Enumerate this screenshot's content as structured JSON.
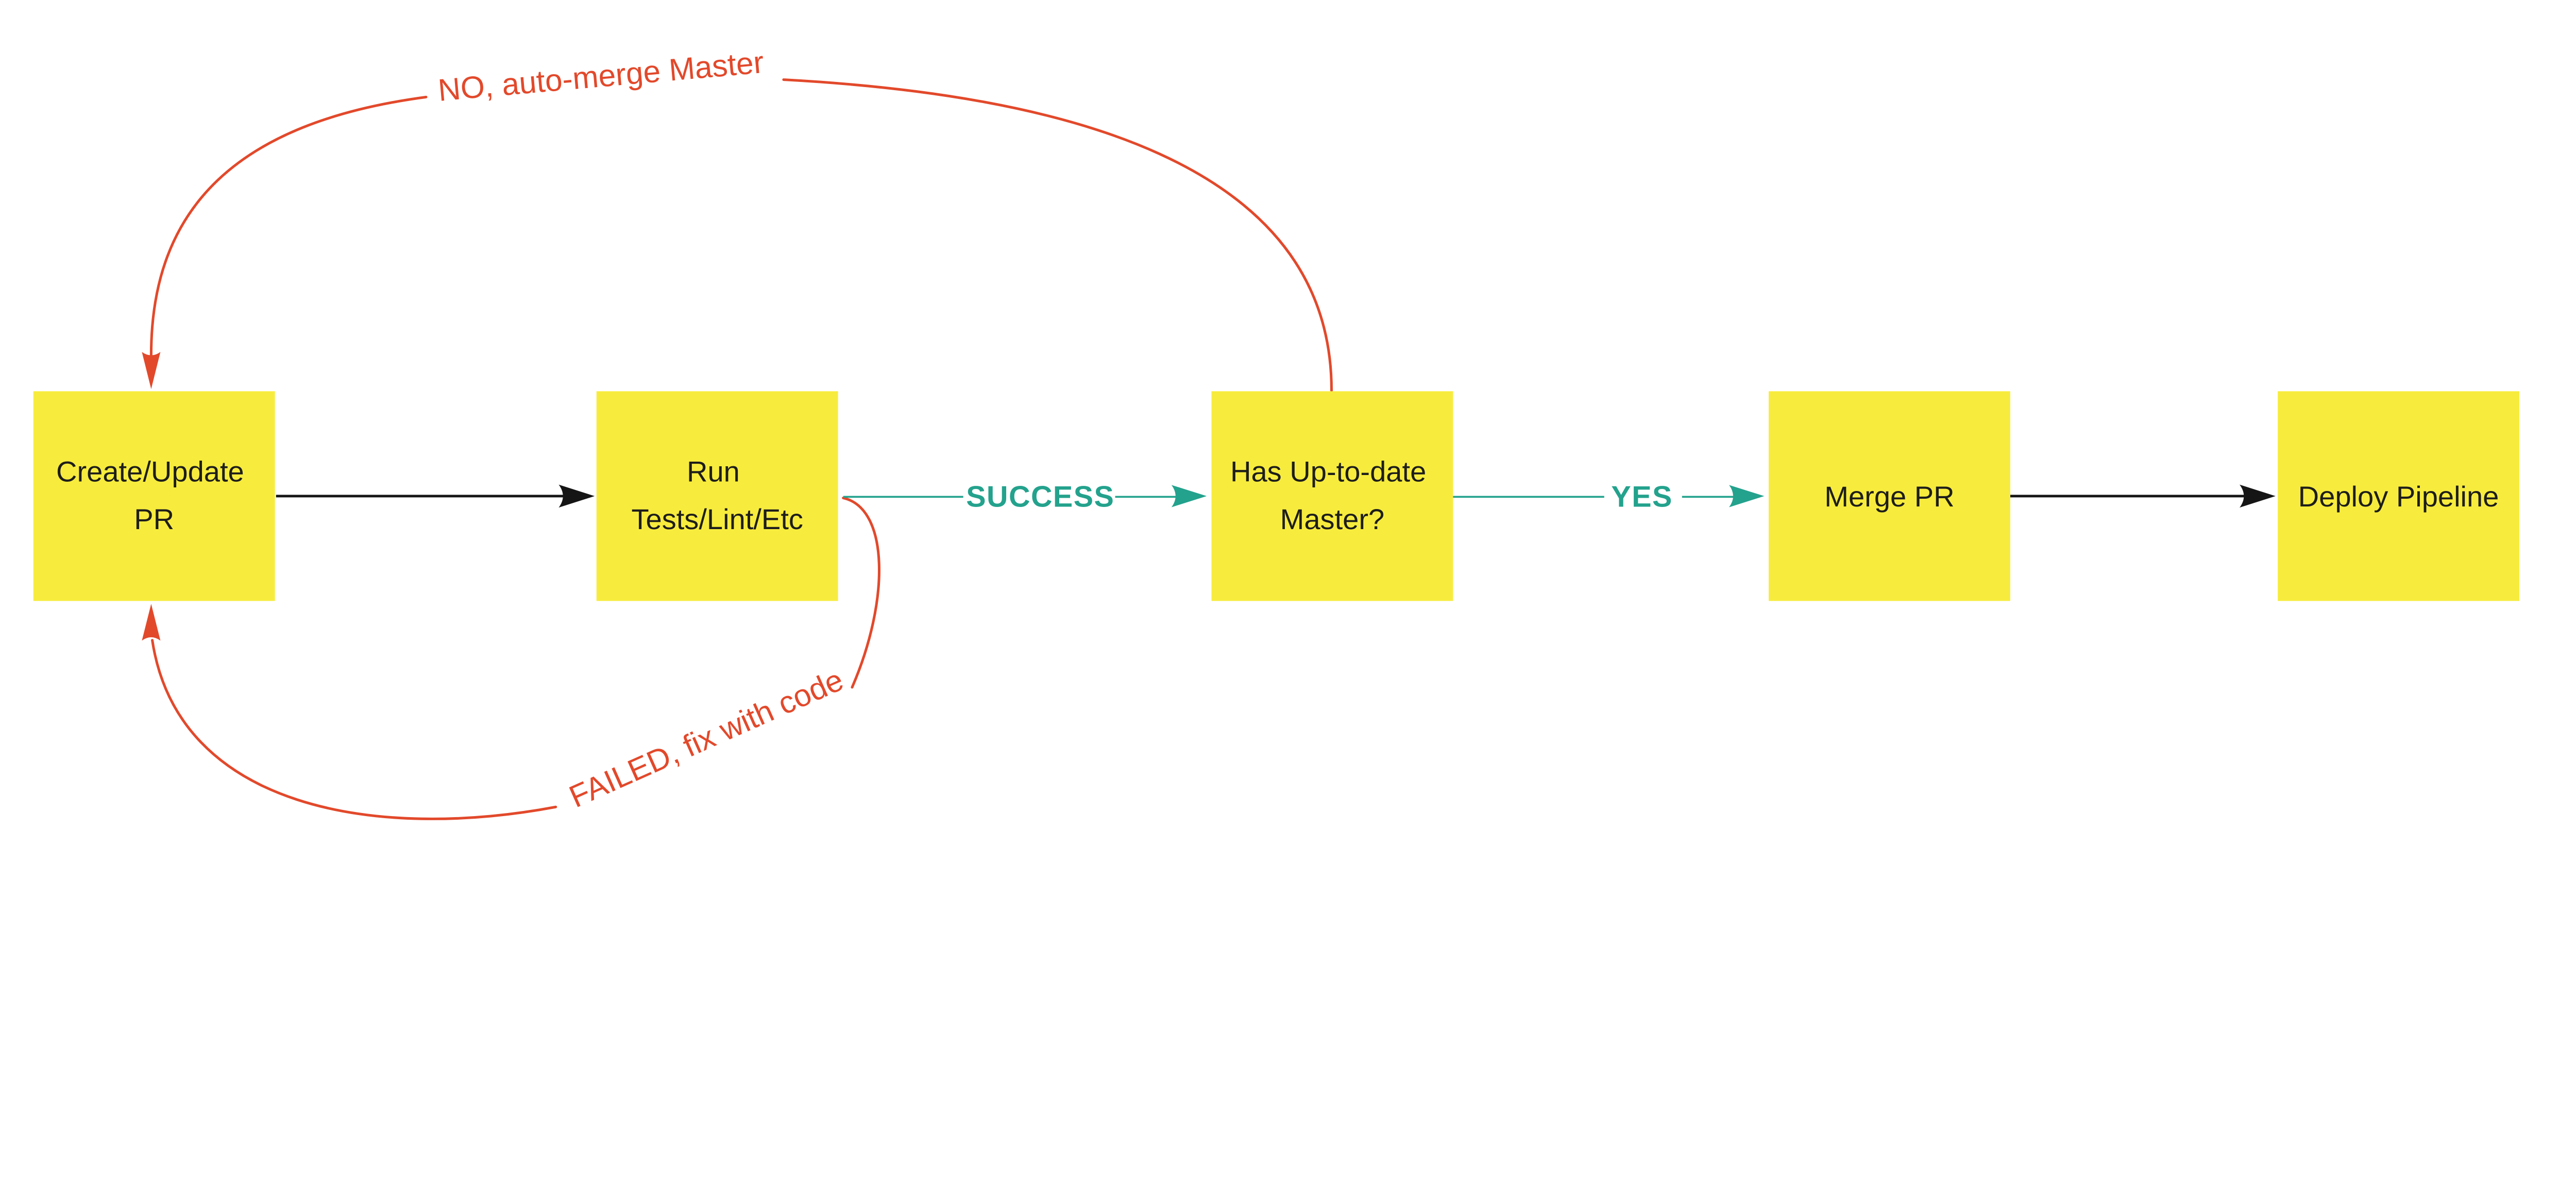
{
  "diagram": {
    "type": "flowchart",
    "background_color": "#ffffff",
    "colors": {
      "node_fill": "#F7EC3D",
      "node_text": "#1D1D1B",
      "default_edge_black": "#151515",
      "success_edge_teal": "#23A28D",
      "failure_edge_red": "#E2492B"
    },
    "nodes": [
      {
        "id": "create-update-pr",
        "lines": [
          "Create/Update",
          "PR"
        ]
      },
      {
        "id": "run-tests-lint-etc",
        "lines": [
          "Run",
          "Tests/Lint/Etc"
        ]
      },
      {
        "id": "has-up-to-date-master",
        "lines": [
          "Has Up-to-date",
          "Master?"
        ]
      },
      {
        "id": "merge-pr",
        "lines": [
          "Merge PR"
        ]
      },
      {
        "id": "deploy-pipeline",
        "lines": [
          "Deploy Pipeline"
        ]
      }
    ],
    "edge_labels": {
      "success": "SUCCESS",
      "yes": "YES",
      "no": "NO, auto-merge Master",
      "failed": "FAILED, fix with code"
    }
  }
}
